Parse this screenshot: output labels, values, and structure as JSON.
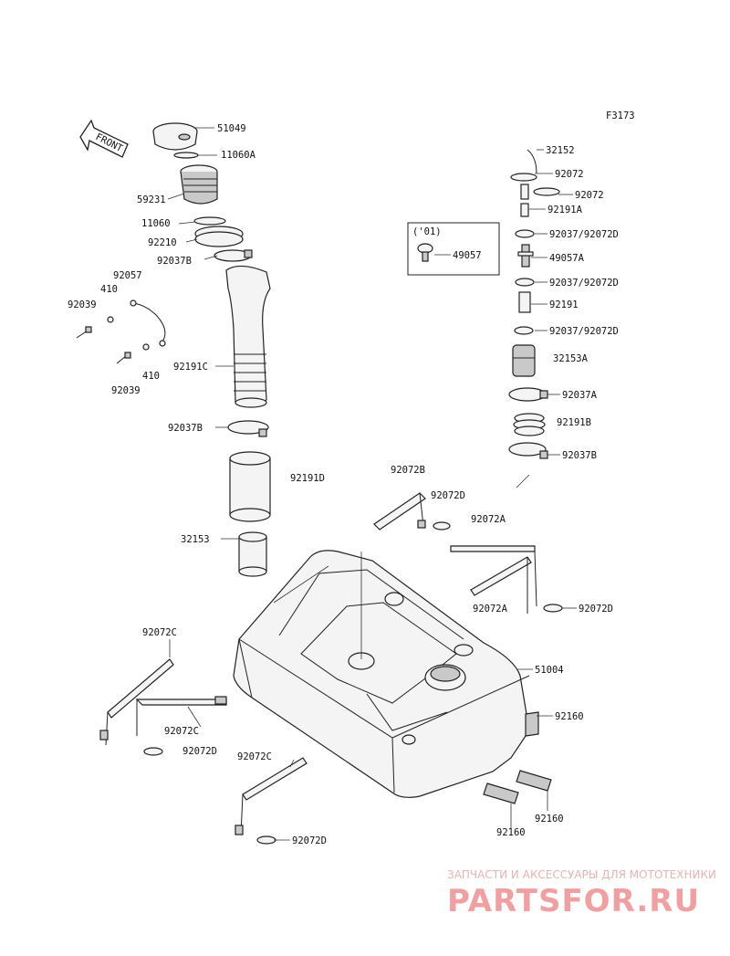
{
  "figure_code": "F3173",
  "front_label": "FRONT",
  "inset_year": "('01)",
  "watermark": {
    "tagline": "ЗАПЧАСТИ И АКСЕССУАРЫ ДЛЯ МОТОТЕХНИКИ",
    "brand": "PARTSFOR.RU"
  },
  "callouts": [
    "51049",
    "11060A",
    "59231",
    "11060",
    "92210",
    "92037B",
    "92057",
    "410",
    "92039",
    "410",
    "92039",
    "92191C",
    "92037B",
    "92191D",
    "32153",
    "32152",
    "92072",
    "92072",
    "92191A",
    "92037/92072D",
    "49057",
    "49057A",
    "92037/92072D",
    "92191",
    "92037/92072D",
    "32153A",
    "92037A",
    "92191B",
    "92037B",
    "92072B",
    "92072D",
    "92072A",
    "92072A",
    "92072D",
    "51004",
    "92160",
    "92160",
    "92160",
    "92072C",
    "92072C",
    "92072D",
    "92072C",
    "92072D"
  ]
}
